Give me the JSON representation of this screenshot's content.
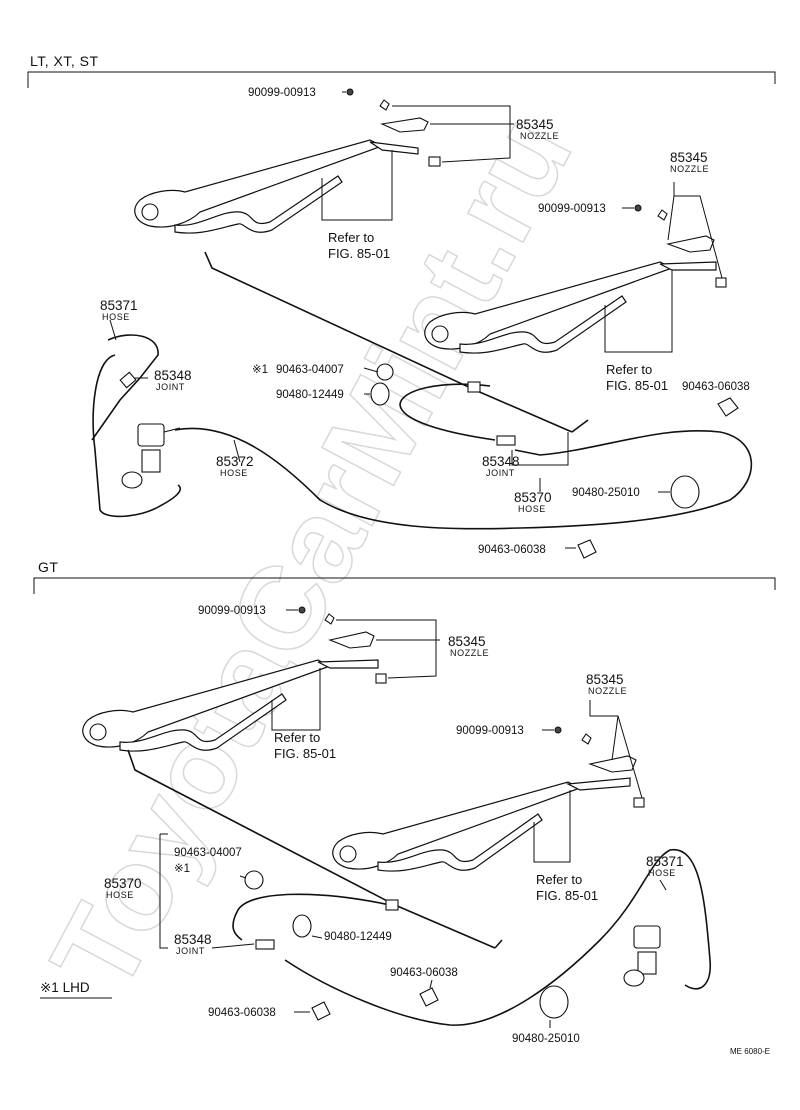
{
  "watermark": "ToyotaCarMint.ru",
  "doc_code": "ME 6080-E",
  "note": "※1 LHD",
  "sections": {
    "top": {
      "header": "LT, XT, ST"
    },
    "bottom": {
      "header": "GT"
    }
  },
  "callouts": {
    "t_screw_left": "90099-00913",
    "t_nozzle_left": "85345",
    "t_nozzle_left_sub": "NOZZLE",
    "t_ref_left_1": "Refer to",
    "t_ref_left_2": "FIG. 85-01",
    "t_nozzle_right": "85345",
    "t_nozzle_right_sub": "NOZZLE",
    "t_screw_right": "90099-00913",
    "t_hose_85371": "85371",
    "t_hose_85371_sub": "HOSE",
    "t_joint_left": "85348",
    "t_joint_left_sub": "JOINT",
    "t_mark_1": "※1",
    "t_clamp_04007": "90463-04007",
    "t_grommet_12449": "90480-12449",
    "t_ref_right_1": "Refer to",
    "t_ref_right_2": "FIG. 85-01",
    "t_clamp_06038_right": "90463-06038",
    "t_hose_85372": "85372",
    "t_hose_85372_sub": "HOSE",
    "t_joint_right": "85348",
    "t_joint_right_sub": "JOINT",
    "t_hose_85370": "85370",
    "t_hose_85370_sub": "HOSE",
    "t_grommet_25010": "90480-25010",
    "t_clamp_06038_bottom": "90463-06038",
    "b_screw_left": "90099-00913",
    "b_nozzle_left": "85345",
    "b_nozzle_left_sub": "NOZZLE",
    "b_ref_left_1": "Refer to",
    "b_ref_left_2": "FIG. 85-01",
    "b_nozzle_right": "85345",
    "b_nozzle_right_sub": "NOZZLE",
    "b_screw_right": "90099-00913",
    "b_clamp_04007": "90463-04007",
    "b_mark_1": "※1",
    "b_hose_85370": "85370",
    "b_hose_85370_sub": "HOSE",
    "b_joint": "85348",
    "b_joint_sub": "JOINT",
    "b_grommet_12449": "90480-12449",
    "b_ref_right_1": "Refer to",
    "b_ref_right_2": "FIG. 85-01",
    "b_hose_85371": "85371",
    "b_hose_85371_sub": "HOSE",
    "b_clamp_06038_mid": "90463-06038",
    "b_clamp_06038_left": "90463-06038",
    "b_grommet_25010": "90480-25010"
  }
}
